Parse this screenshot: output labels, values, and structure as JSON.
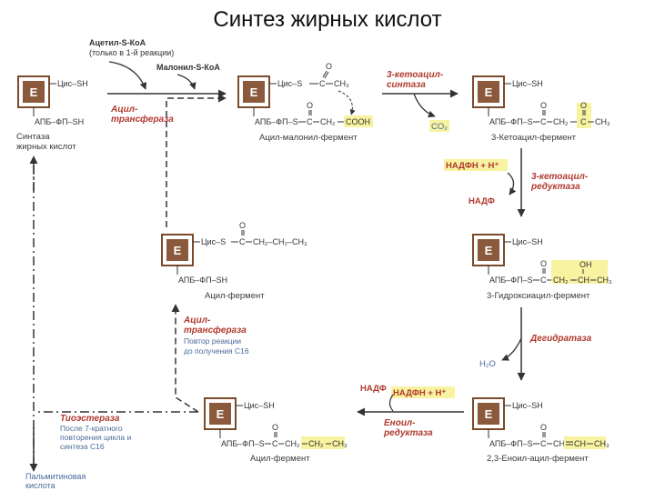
{
  "title": "Синтез жирных кислот",
  "box_letter": "E",
  "inputs": {
    "acetyl_coa_line1": "Ацетил-S-КоА",
    "acetyl_coa_line2": "(только в 1-й реакции)",
    "malonyl_coa": "Малонил-S-КоА"
  },
  "enzymes": {
    "acyltransferase_1_line1": "Ацил-",
    "acyltransferase_1_line2": "трансфераза",
    "ketoacyl_synthase_line1": "3-кетоацил-",
    "ketoacyl_synthase_line2": "синтаза",
    "ketoacyl_reductase_line1": "3-кетоацил-",
    "ketoacyl_reductase_line2": "редуктаза",
    "dehydratase": "Дегидратаза",
    "enoyl_reductase_line1": "Еноил-",
    "enoyl_reductase_line2": "редуктаза",
    "acyltransferase_2_line1": "Ацил-",
    "acyltransferase_2_line2": "трансфераза",
    "thioesterase": "Тиоэстераза"
  },
  "cofactors": {
    "nadph_1": "НАДФН + Н⁺",
    "nadp_1": "НАДФ",
    "nadph_2": "НАДФН + Н⁺",
    "nadp_2": "НАДФ",
    "co2": "CO₂",
    "h2o": "H₂O"
  },
  "notes": {
    "repeat_line1": "Повтор реакции",
    "repeat_line2": "до получения С16",
    "after_line1": "После 7-кратного",
    "after_line2": "повторения цикла и",
    "after_line3": "синтеза С16"
  },
  "states": {
    "synthase": {
      "top": "Цис–SH",
      "bottom": "АПБ–ФП–SH",
      "caption_line1": "Синтаза",
      "caption_line2": "жирных кислот"
    },
    "acyl_malonyl": {
      "top_prefix": "Цис–S",
      "top_c": "C",
      "top_o": "O",
      "top_ch3": "CH₃",
      "bottom_prefix": "АПБ–ФП–S",
      "bottom_c": "C",
      "bottom_o": "O",
      "bottom_ch2": "CH₂",
      "bottom_cooh": "COOH",
      "caption": "Ацил-малонил-фермент"
    },
    "ketoacyl": {
      "top": "Цис–SH",
      "bottom_prefix": "АПБ–ФП–S",
      "bottom_c": "C",
      "bottom_o": "O",
      "bottom_ch2": "CH₂",
      "bottom_c2": "C",
      "bottom_o2": "O",
      "bottom_ch3": "CH₃",
      "caption": "3-Кетоацил-фермент"
    },
    "hydroxyacyl": {
      "top": "Цис–SH",
      "bottom_prefix": "АПБ–ФП–S",
      "bottom_c": "C",
      "bottom_o": "O",
      "bottom_ch2": "CH₂",
      "bottom_ch": "CH",
      "bottom_oh": "OH",
      "bottom_ch3": "CH₃",
      "caption": "3-Гидроксиацил-фермент"
    },
    "enoyl": {
      "top": "Цис–SH",
      "bottom_prefix": "АПБ–ФП–S",
      "bottom_c": "C",
      "bottom_o": "O",
      "bottom_ch": "CH",
      "bottom_ch_b": "CH",
      "bottom_ch3": "CH₃",
      "caption": "2,3-Еноил-ацил-фермент"
    },
    "acyl_bottom": {
      "top": "Цис–SH",
      "bottom_prefix": "АПБ–ФП–S",
      "bottom_c": "C",
      "bottom_o": "O",
      "bottom_ch2": "CH₂",
      "bottom_ch2_b": "CH₂",
      "bottom_ch3": "CH₃",
      "caption": "Ацил-фермент"
    },
    "acyl_middle": {
      "top_prefix": "Цис–S",
      "top_c": "C",
      "top_o": "O",
      "top_chain": "CH₂–CH₂–CH₃",
      "bottom": "АПБ–ФП–SH",
      "caption": "Ацил-фермент"
    }
  },
  "product_line1": "Пальмитиновая",
  "product_line2": "кислота",
  "colors": {
    "box_border": "#7a4a2a",
    "box_fill": "#8b5a3c",
    "enzyme_text": "#b0392e",
    "highlight": "#f7f3a0",
    "arrow": "#333333",
    "blue_text": "#4a6a9a"
  }
}
